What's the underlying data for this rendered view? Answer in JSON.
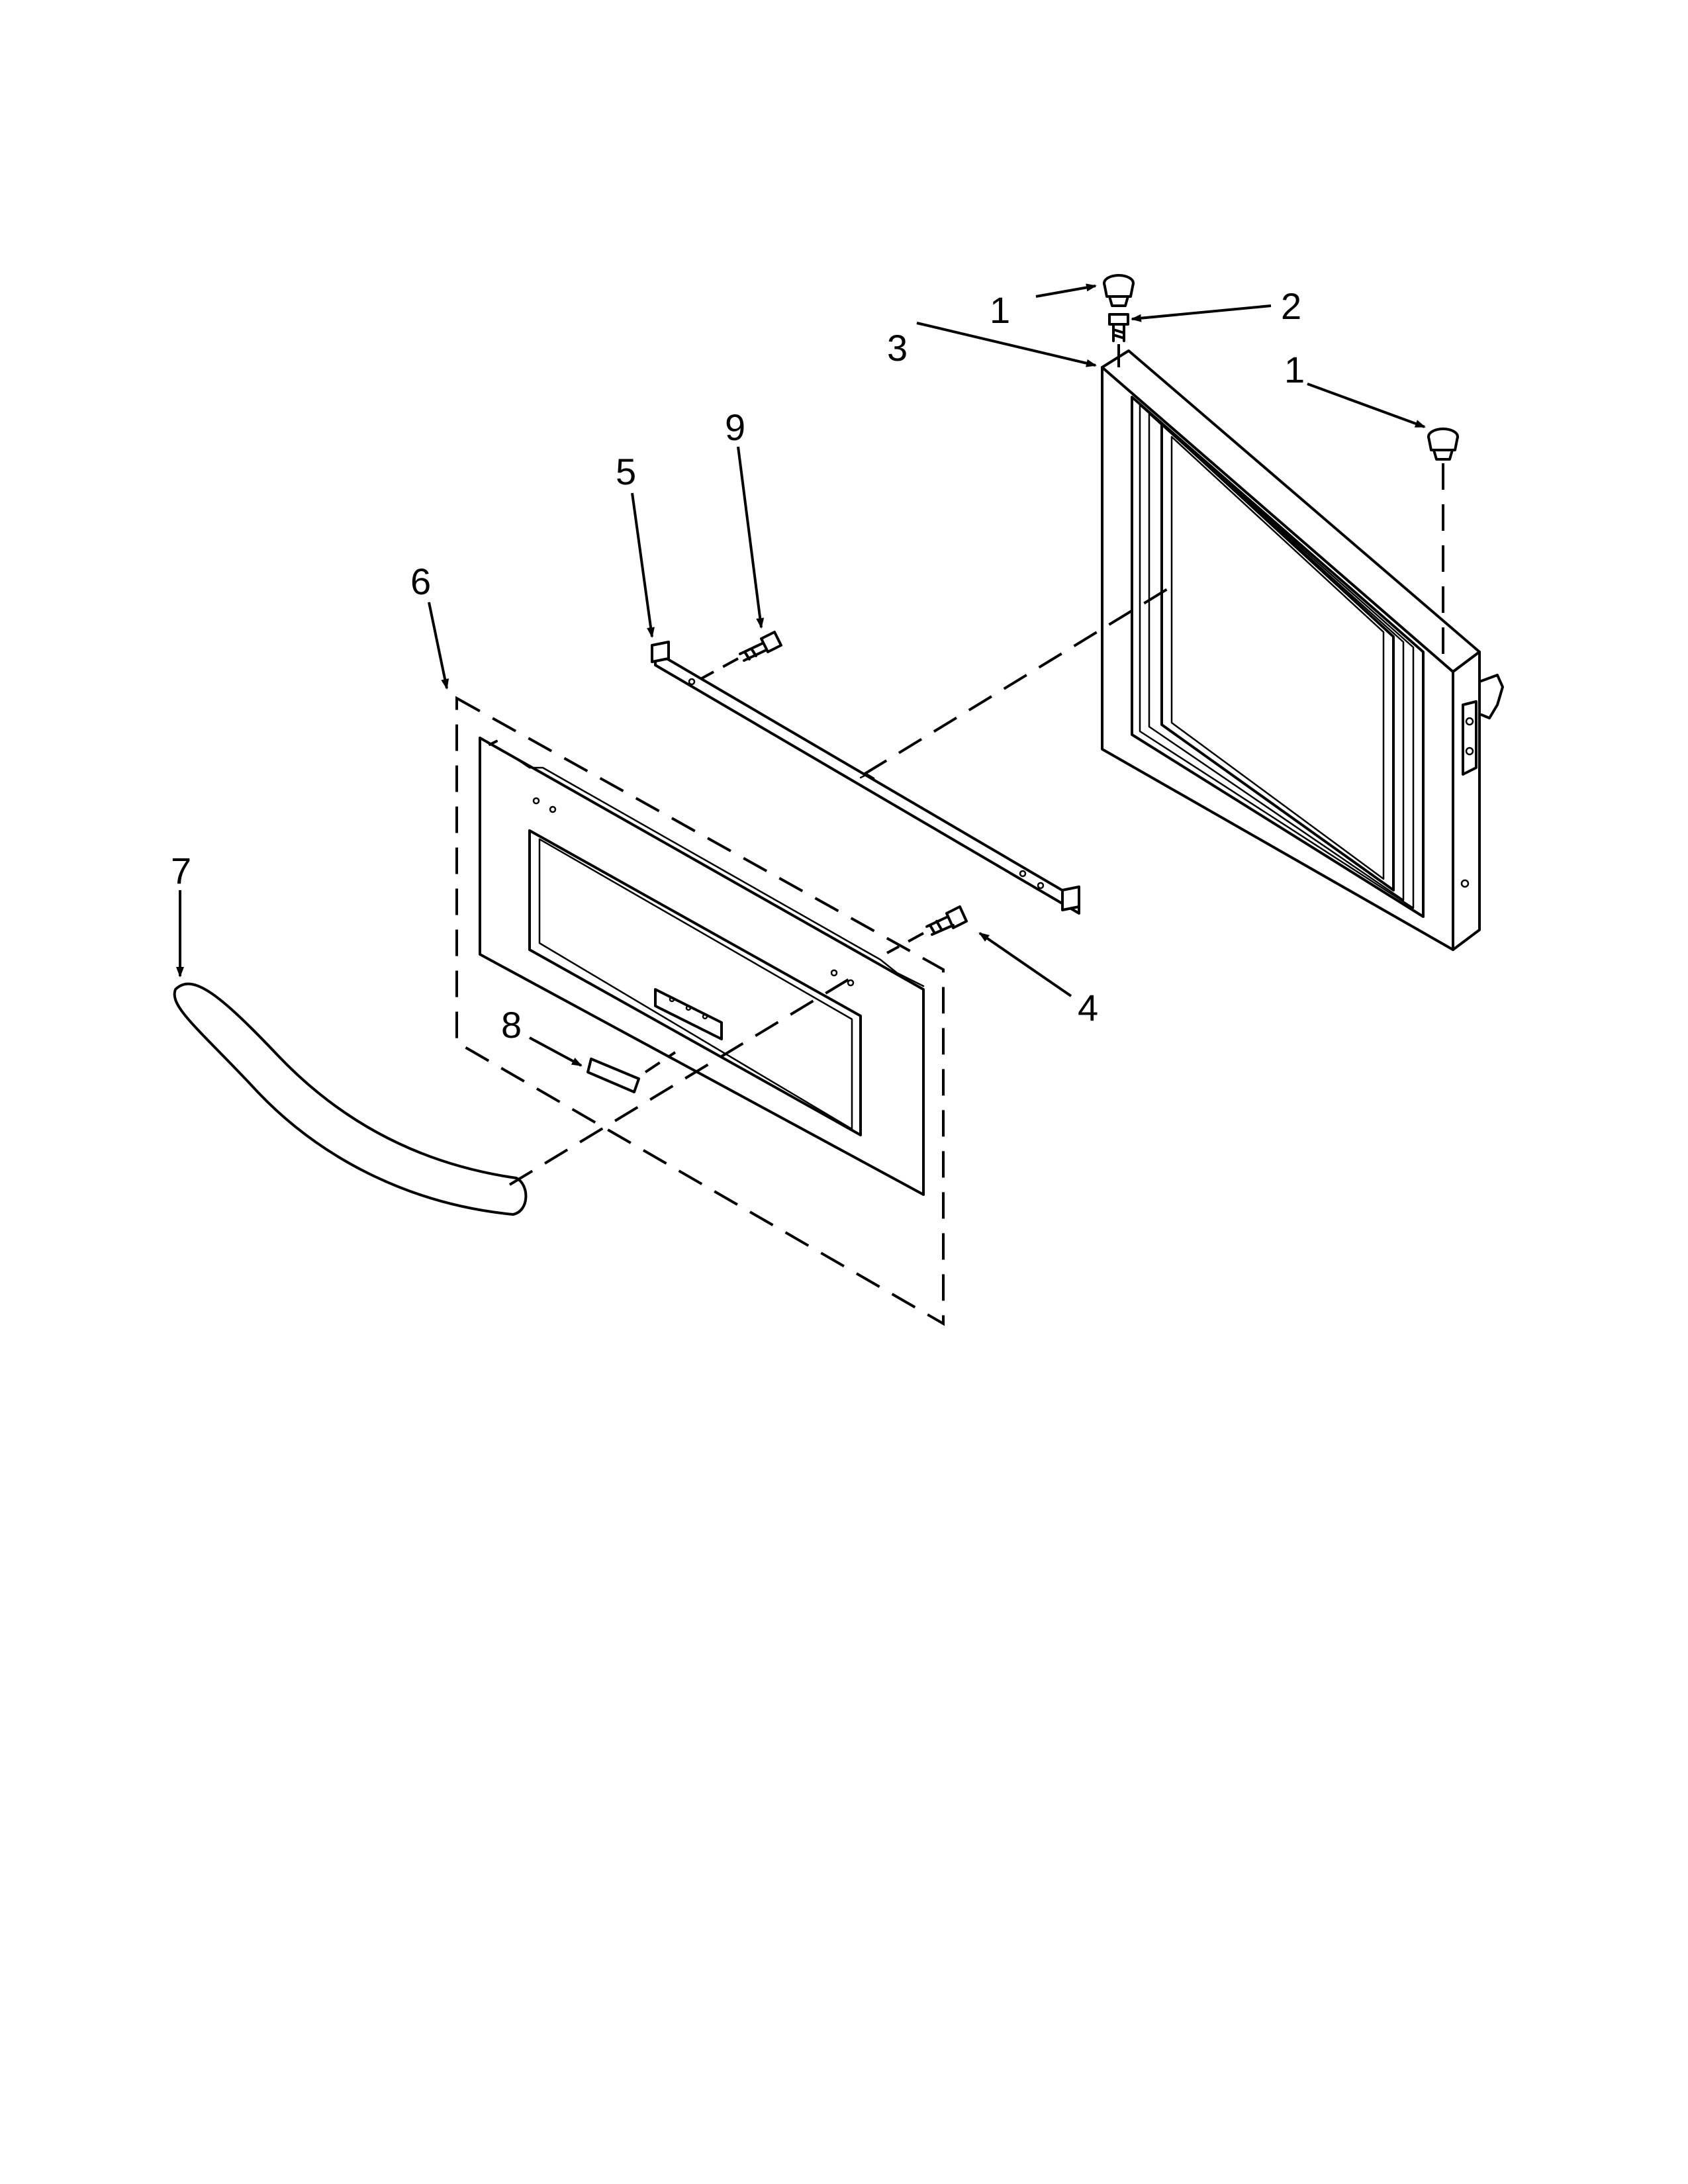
{
  "labels": {
    "part_1a": "1",
    "part_1b": "1",
    "part_2": "2",
    "part_3": "3",
    "part_4": "4",
    "part_5": "5",
    "part_6": "6",
    "part_7": "7",
    "part_8": "8",
    "part_9": "9"
  }
}
